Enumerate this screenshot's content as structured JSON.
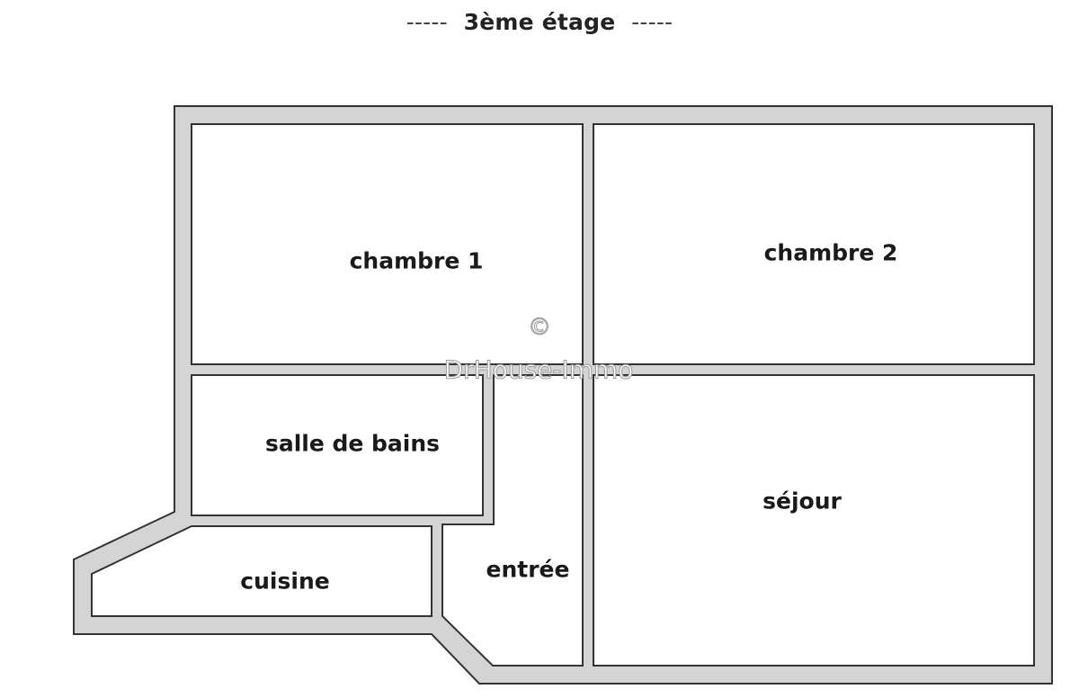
{
  "title": {
    "dash_left": "-----",
    "text": "3ème étage",
    "dash_right": "-----"
  },
  "rooms": {
    "chambre1": "chambre 1",
    "chambre2": "chambre 2",
    "salle_de_bains": "salle de bains",
    "sejour": "séjour",
    "cuisine": "cuisine",
    "entree": "entrée"
  },
  "watermark": {
    "symbol": "©",
    "text": "DrHouse-Immo"
  },
  "colors": {
    "wall": "#d4d4d4",
    "line": "#333333",
    "room": "#ffffff"
  }
}
